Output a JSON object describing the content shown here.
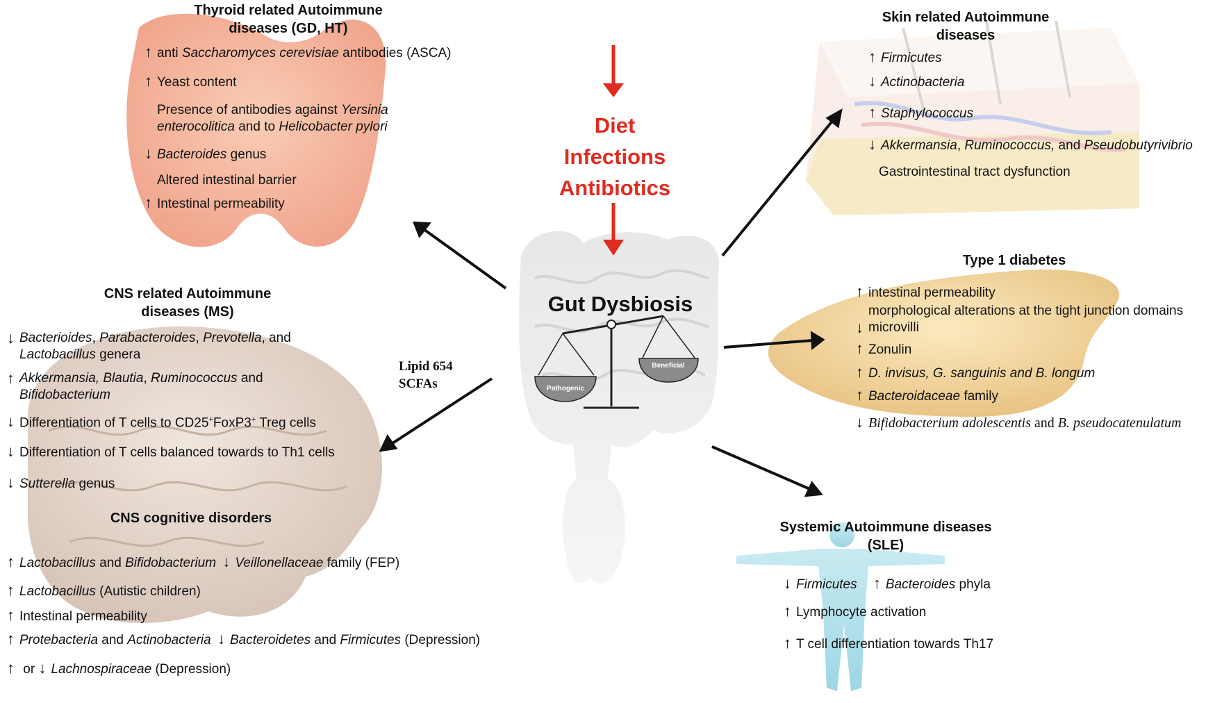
{
  "center": {
    "factors": [
      "Diet",
      "Infections",
      "Antibiotics"
    ],
    "title": "Gut Dysbiosis",
    "pathogenic": "Pathogenic",
    "beneficial": "Beneficial"
  },
  "thyroid": {
    "title_line1": "Thyroid related Autoimmune",
    "title_line2": "diseases (GD, HT)",
    "i1_pre": "anti ",
    "i1_it": "Saccharomyces cerevisiae",
    "i1_post": " antibodies (ASCA)",
    "i2": "Yeast content",
    "i3_l1_pre": "Presence of antibodies against ",
    "i3_l1_it": "Yersinia",
    "i3_l2_it": "enterocolitica",
    "i3_l2_mid": " and to ",
    "i3_l2_it2": "Helicobacter pylori",
    "i4_it": "Bacteroides",
    "i4_post": " genus",
    "i5": "Altered  intestinal barrier",
    "i6": "Intestinal permeability"
  },
  "skin": {
    "title_line1": "Skin related Autoimmune",
    "title_line2": "diseases",
    "i1": "Firmicutes",
    "i2": "Actinobacteria",
    "i3": "Staphylococcus",
    "i4_it1": "Akkermansia",
    "i4_sep": ", ",
    "i4_it2": "Ruminococcus,",
    "i4_mid": " and ",
    "i4_it3": "Pseudobutyrivibrio",
    "i5": "Gastrointestinal tract dysfunction"
  },
  "t1d": {
    "title": "Type 1 diabetes",
    "i1": "intestinal permeability",
    "i2a": "morphological alterations at the tight junction domains",
    "i2b": "microvilli",
    "i3": "Zonulin",
    "i4": "D. invisus, G. sanguinis and B. longum",
    "i5_it": "Bacteroidaceae",
    "i5_post": " family",
    "i6_it1": "Bifidobacterium adolescentis",
    "i6_mid": " and ",
    "i6_it2": "B. pseudocatenulatum"
  },
  "cns": {
    "title_line1": "CNS related Autoimmune",
    "title_line2": "diseases (MS)",
    "i1_it1": "Bacterioides",
    "i1_s1": ", ",
    "i1_it2": "Parabacteroides",
    "i1_s2": ", ",
    "i1_it3": "Prevotella",
    "i1_s3": ", and",
    "i1_l2_it": "Lactobacillus",
    "i1_l2_post": " genera",
    "i2_it1": "Akkermansia, Blautia",
    "i2_s1": ", ",
    "i2_it2": "Ruminococcus",
    "i2_s2": " and",
    "i2_l2_it": "Bifidobacterium",
    "i3_pre": "Differentiation of T cells to CD25",
    "i3_sup1": "+",
    "i3_mid": "FoxP3",
    "i3_sup2": "+",
    "i3_post": " Treg cells",
    "i4": "Differentiation of T cells balanced towards to Th1 cells",
    "i5_it": "Sutterella",
    "i5_post": " genus",
    "lipid": "Lipid 654",
    "scfas": "SCFAs"
  },
  "cognitive": {
    "title": "CNS cognitive disorders",
    "i1_it1": "Lactobacillus",
    "i1_mid": " and ",
    "i1_it2": "Bifidobacterium",
    "i1b_it": "Veillonellaceae",
    "i1b_post": " family (FEP)",
    "i2_it": "Lactobacillus",
    "i2_post": " (Autistic children)",
    "i3": "Intestinal permeability",
    "i4_it1": "Protebacteria",
    "i4_mid": " and ",
    "i4_it2": "Actinobacteria",
    "i4b_it1": "Bacteroidetes",
    "i4b_mid": " and ",
    "i4b_it2": "Firmicutes",
    "i4b_post": " (Depression)",
    "i5_or": " or ",
    "i5_it": "Lachnospiraceae",
    "i5_post": " (Depression)"
  },
  "systemic": {
    "title_line1": "Systemic Autoimmune diseases",
    "title_line2": "(SLE)",
    "i1_it": "Firmicutes",
    "i1b_it": "Bacteroides",
    "i1b_post": " phyla",
    "i2": "Lymphocyte activation",
    "i3": "T cell differentiation towards Th17"
  },
  "arrows": {
    "up": "↑",
    "down": "↓"
  },
  "colors": {
    "red": "#e02b20",
    "thyroid": "#f2a58a",
    "brain": "#dcc8b8",
    "pancreas": "#f0d59a",
    "skin": "#f3d8c8",
    "body": "#8fd3e0"
  }
}
